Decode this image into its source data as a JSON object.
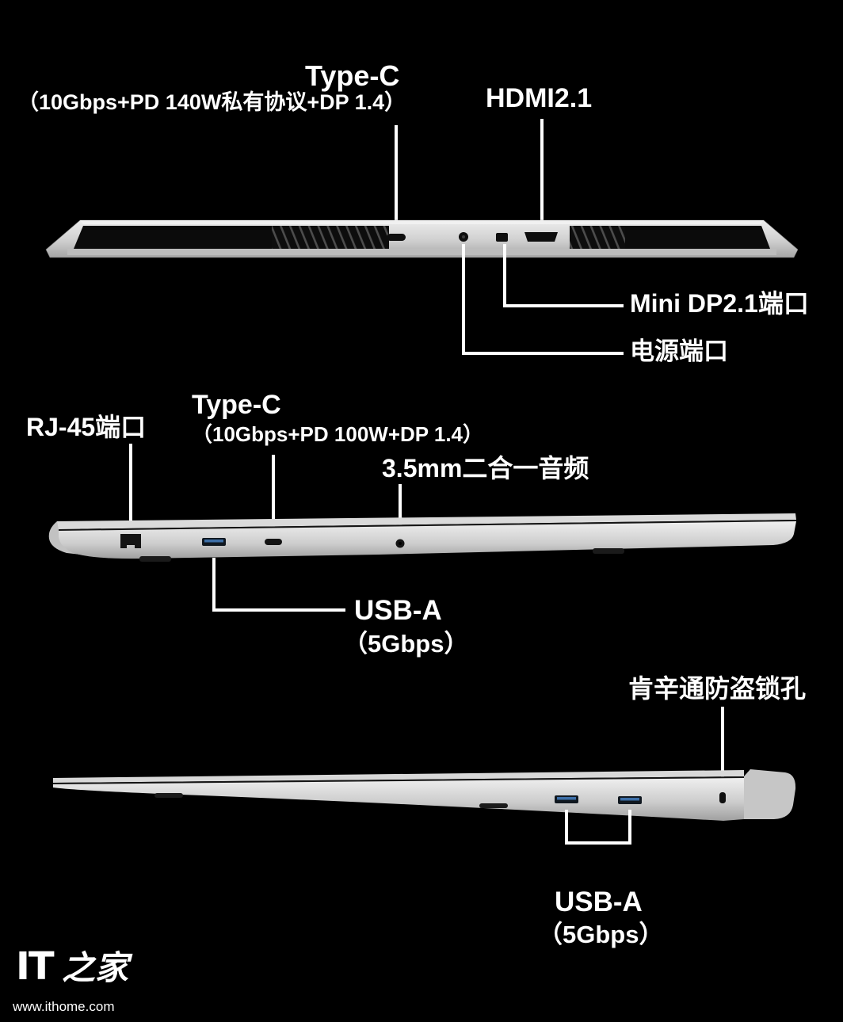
{
  "rear": {
    "type_c_title": "Type-C",
    "type_c_sub": "（10Gbps+PD 140W私有协议+DP 1.4）",
    "hdmi_label": "HDMI2.1",
    "mini_dp_label": "Mini DP2.1端口",
    "power_label": "电源端口"
  },
  "left_side": {
    "rj45_label": "RJ-45端口",
    "type_c_title": "Type-C",
    "type_c_sub": "（10Gbps+PD 100W+DP 1.4）",
    "audio_label": "3.5mm二合一音频",
    "usb_title": "USB-A",
    "usb_sub": "（5Gbps）"
  },
  "right_side": {
    "kensington_label": "肯辛通防盗锁孔",
    "usb_title": "USB-A",
    "usb_sub": "（5Gbps）"
  },
  "footer": {
    "logo_it": "IT",
    "logo_zhijia": "之家",
    "url": "www.ithome.com"
  },
  "colors": {
    "background": "#000000",
    "text": "#ffffff",
    "callout_line": "#ffffff",
    "laptop_silver": "#cccccc",
    "usb_blue": "#3d6fa8"
  }
}
